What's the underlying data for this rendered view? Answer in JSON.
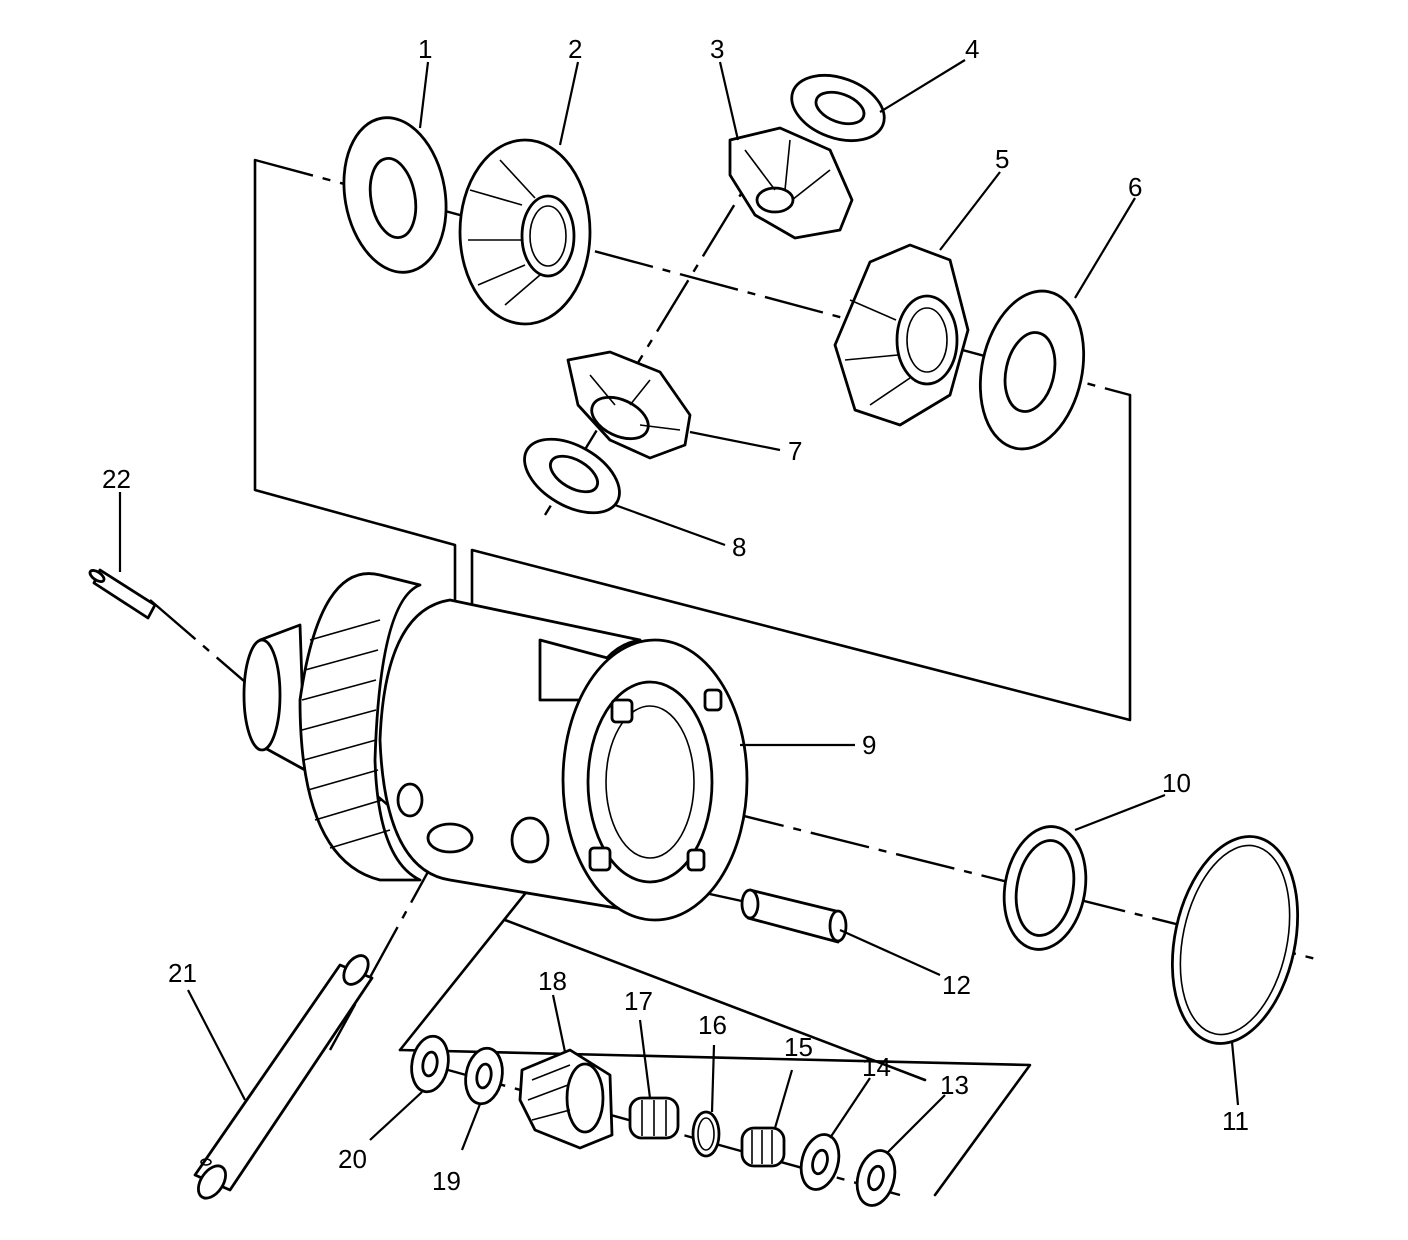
{
  "callouts": [
    {
      "id": "1",
      "label": "1"
    },
    {
      "id": "2",
      "label": "2"
    },
    {
      "id": "3",
      "label": "3"
    },
    {
      "id": "4",
      "label": "4"
    },
    {
      "id": "5",
      "label": "5"
    },
    {
      "id": "6",
      "label": "6"
    },
    {
      "id": "7",
      "label": "7"
    },
    {
      "id": "8",
      "label": "8"
    },
    {
      "id": "9",
      "label": "9"
    },
    {
      "id": "10",
      "label": "10"
    },
    {
      "id": "11",
      "label": "11"
    },
    {
      "id": "12",
      "label": "12"
    },
    {
      "id": "13",
      "label": "13"
    },
    {
      "id": "14",
      "label": "14"
    },
    {
      "id": "15",
      "label": "15"
    },
    {
      "id": "16",
      "label": "16"
    },
    {
      "id": "17",
      "label": "17"
    },
    {
      "id": "18",
      "label": "18"
    },
    {
      "id": "19",
      "label": "19"
    },
    {
      "id": "20",
      "label": "20"
    },
    {
      "id": "21",
      "label": "21"
    },
    {
      "id": "22",
      "label": "22"
    }
  ],
  "colors": {
    "line": "#000000",
    "background": "#ffffff"
  }
}
